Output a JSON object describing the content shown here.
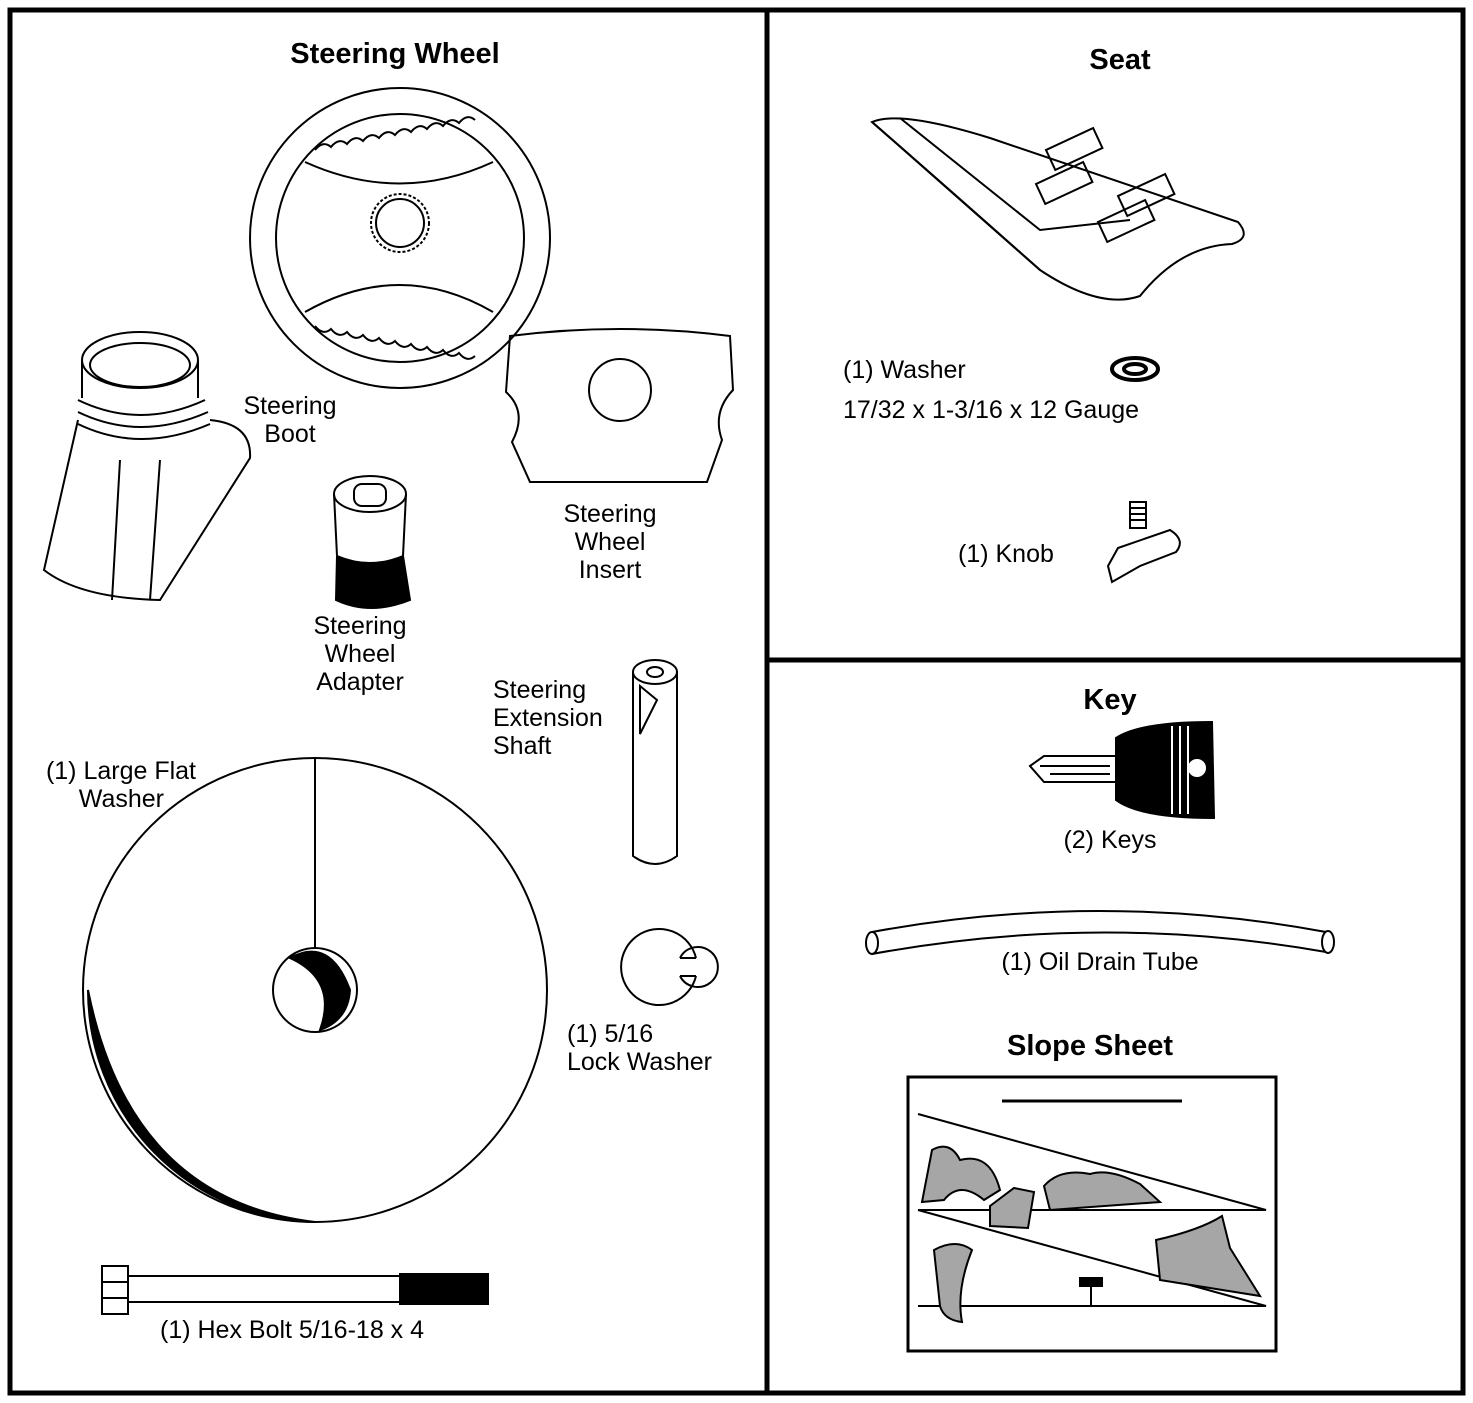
{
  "sections": {
    "steering_wheel": {
      "title": "Steering Wheel",
      "labels": {
        "steering_boot": [
          "Steering",
          "Boot"
        ],
        "steering_wheel_insert": [
          "Steering",
          "Wheel",
          "Insert"
        ],
        "steering_wheel_adapter": [
          "Steering",
          "Wheel",
          "Adapter"
        ],
        "steering_extension_shaft": [
          "Steering",
          "Extension",
          "Shaft"
        ],
        "large_flat_washer": [
          "(1) Large Flat",
          "Washer"
        ],
        "lock_washer": [
          "(1) 5/16",
          "Lock Washer"
        ],
        "hex_bolt": "(1) Hex Bolt 5/16-18 x 4"
      }
    },
    "seat": {
      "title": "Seat",
      "labels": {
        "washer": "(1) Washer",
        "washer_spec": "17/32 x 1-3/16 x 12 Gauge",
        "knob": "(1) Knob"
      }
    },
    "key": {
      "title": "Key",
      "labels": {
        "keys": "(2) Keys",
        "oil_drain_tube": "(1) Oil Drain Tube"
      }
    },
    "slope_sheet": {
      "title": "Slope Sheet"
    }
  },
  "colors": {
    "line": "#000000",
    "background": "#ffffff",
    "slope_fill": "#a6a6a6"
  }
}
